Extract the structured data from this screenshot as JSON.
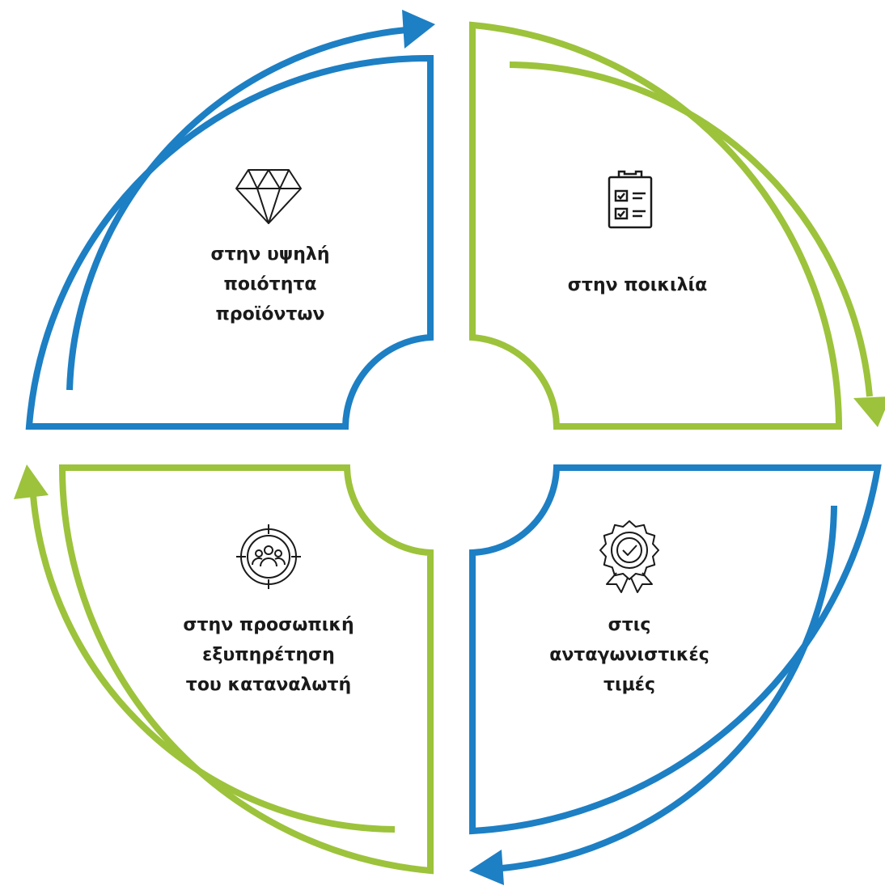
{
  "colors": {
    "blue": "#1d7fc4",
    "green": "#9cc33b",
    "icon": "#1a1a1a",
    "text": "#1a1a1a"
  },
  "quadrants": [
    {
      "id": "top-left",
      "label": "στην υψηλή\nποιότητα\nπροϊόντων",
      "icon": "diamond-icon",
      "color": "blue"
    },
    {
      "id": "top-right",
      "label": "στην ποικιλία",
      "icon": "clipboard-checklist-icon",
      "color": "green"
    },
    {
      "id": "bottom-right",
      "label": "στις\nανταγωνιστικές\nτιμές",
      "icon": "award-badge-icon",
      "color": "blue"
    },
    {
      "id": "bottom-left",
      "label": "στην προσωπική\nεξυπηρέτηση\nτου καταναλωτή",
      "icon": "target-people-icon",
      "color": "green"
    }
  ]
}
